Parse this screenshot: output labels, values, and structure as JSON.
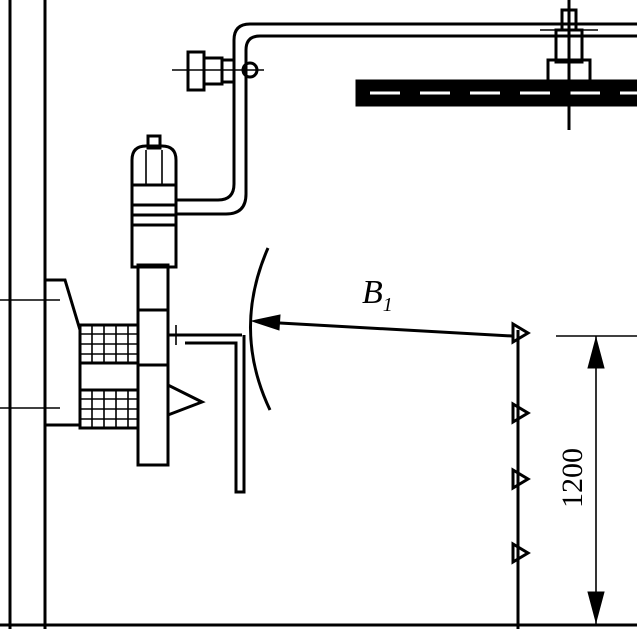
{
  "labels": {
    "clearance_letter": "B",
    "clearance_subscript": "1",
    "dimension_value": "1200"
  }
}
